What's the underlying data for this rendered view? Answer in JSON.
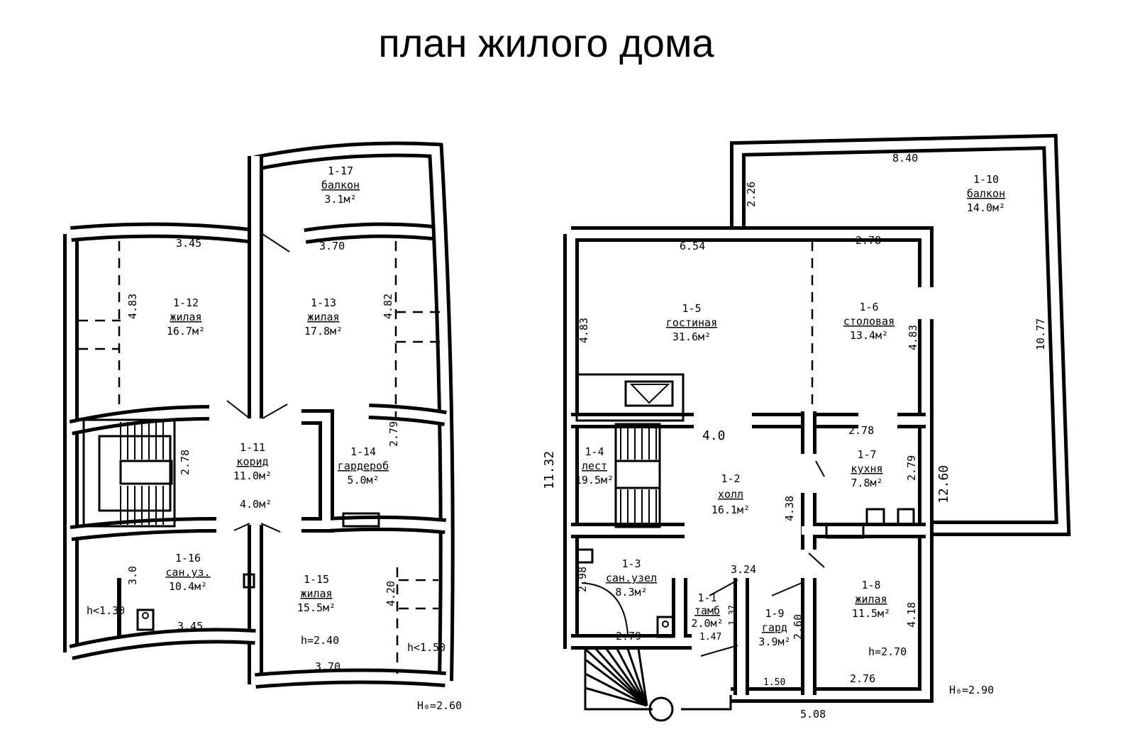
{
  "title": "план жилого дома",
  "left_plan": {
    "rooms": [
      {
        "id": "1-17",
        "num": "1-17",
        "name": "балкон",
        "area": "3.1м²"
      },
      {
        "id": "1-12",
        "num": "1-12",
        "name": "жилая",
        "area": "16.7м²"
      },
      {
        "id": "1-13",
        "num": "1-13",
        "name": "жилая",
        "area": "17.8м²"
      },
      {
        "id": "1-11",
        "num": "1-11",
        "name": "корид",
        "area": "11.0м²"
      },
      {
        "id": "1-14",
        "num": "1-14",
        "name": "гардероб",
        "area": "5.0м²"
      },
      {
        "id": "1-16",
        "num": "1-16",
        "name": "сан.уз.",
        "area": "10.4м²"
      },
      {
        "id": "1-15",
        "num": "1-15",
        "name": "жилая",
        "area": "15.5м²"
      }
    ],
    "dims": {
      "top_left": "3.45",
      "top_right": "3.70",
      "h_12": "4.83",
      "h_13": "4.82",
      "h_stair": "2.78",
      "h_14": "2.79",
      "h_16": "3.0",
      "h_15": "4.20",
      "bot_left": "3.45",
      "bot_right": "3.70",
      "extra_area": "4.0м²",
      "h_left_note": "h<1.30",
      "h_right_note": "h<1.50",
      "h_room": "h=2.40",
      "h_total": "H₀=2.60"
    }
  },
  "right_plan": {
    "rooms": [
      {
        "id": "1-10",
        "num": "1-10",
        "name": "балкон",
        "area": "14.0м²"
      },
      {
        "id": "1-5",
        "num": "1-5",
        "name": "гостиная",
        "area": "31.6м²"
      },
      {
        "id": "1-6",
        "num": "1-6",
        "name": "столовая",
        "area": "13.4м²"
      },
      {
        "id": "1-4",
        "num": "1-4",
        "name": "лест",
        "area": "19.5м²"
      },
      {
        "id": "1-2",
        "num": "1-2",
        "name": "холл",
        "area": "16.1м²"
      },
      {
        "id": "1-7",
        "num": "1-7",
        "name": "кухня",
        "area": "7.8м²"
      },
      {
        "id": "1-3",
        "num": "1-3",
        "name": "сан.узел",
        "area": "8.3м²"
      },
      {
        "id": "1-1",
        "num": "1-1",
        "name": "тамб",
        "area": "2.0м²"
      },
      {
        "id": "1-9",
        "num": "1-9",
        "name": "гард",
        "area": "3.9м²"
      },
      {
        "id": "1-8",
        "num": "1-8",
        "name": "жилая",
        "area": "11.5м²"
      }
    ],
    "dims": {
      "balcony_top": "8.40",
      "balcony_side": "2.26",
      "right_total": "10.77",
      "top_left": "6.54",
      "top_right": "2.78",
      "h_5": "4.83",
      "h_6": "4.83",
      "total_left": "11.32",
      "total_right": "12.60",
      "hall_4": "4.0",
      "kitchen_w": "2.78",
      "kitchen_h": "2.79",
      "hall_h": "4.38",
      "w_324": "3.24",
      "bath_h": "2.98",
      "bath_w": "2.79",
      "tamb_h": "1.37",
      "tamb_w": "1.47",
      "gard_h": "2.60",
      "bedroom_h": "4.18",
      "bot_150": "1.50",
      "bot_276": "2.76",
      "bot_total": "5.08",
      "h_room": "h=2.70",
      "h_total": "H₀=2.90"
    }
  }
}
